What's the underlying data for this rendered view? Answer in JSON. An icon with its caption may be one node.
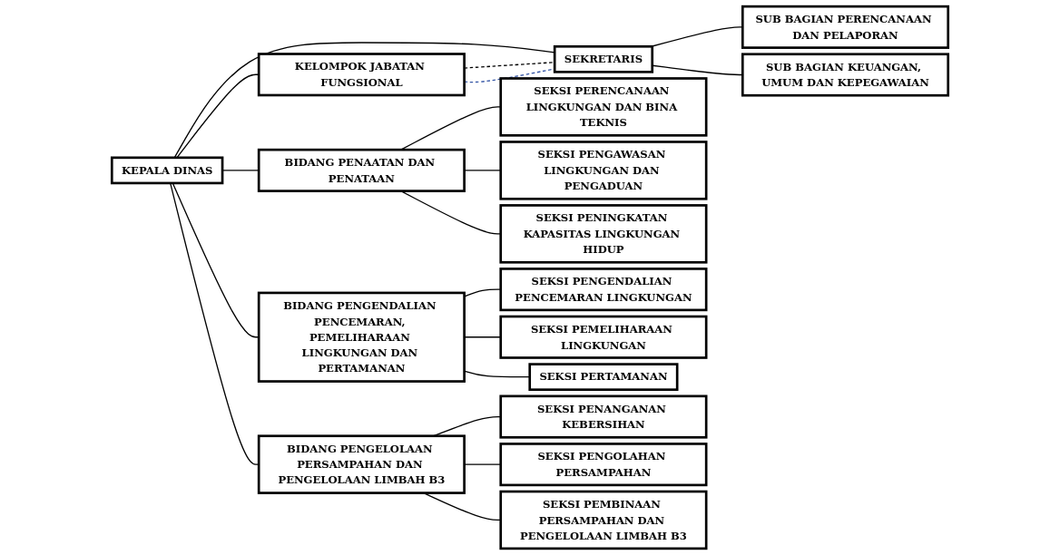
{
  "diagram": {
    "nodes": [
      {
        "text": [
          "KEPALA DINAS"
        ]
      },
      {
        "text": [
          "KELOMPOK JABATAN FUNGSIONAL"
        ]
      },
      {
        "text": [
          "SEKRETARIS"
        ]
      },
      {
        "text": [
          "SUB BAGIAN PERENCANAAN DAN PELAPORAN"
        ]
      },
      {
        "text": [
          "SUB BAGIAN KEUANGAN, UMUM DAN KEPEGAWAIAN"
        ]
      },
      {
        "text": [
          "BIDANG PENAATAN DAN PENATAAN"
        ]
      },
      {
        "text": [
          "BIDANG PENGENDALIAN PENCEMARAN, PEMELIHARAAN LINGKUNGAN DAN PERTAMANAN"
        ]
      },
      {
        "text": [
          "BIDANG PENGELOLAAN PERSAMPAHAN DAN PENGELOLAAN LIMBAH B3"
        ]
      },
      {
        "text": [
          "SEKSI PERENCANAAN LINGKUNGAN DAN BINA TEKNIS"
        ]
      },
      {
        "text": [
          "SEKSI PENGAWASAN LINGKUNGAN DAN PENGADUAN"
        ]
      },
      {
        "text": [
          "SEKSI PENINGKATAN KAPASITAS LINGKUNGAN HIDUP"
        ]
      },
      {
        "text": [
          "SEKSI PENGENDALIAN PENCEMARAN LINGKUNGAN"
        ]
      },
      {
        "text": [
          "SEKSI PEMELIHARAAN LINGKUNGAN"
        ]
      },
      {
        "text": [
          "SEKSI PERTAMANAN"
        ]
      },
      {
        "text": [
          "SEKSI PENANGANAN KEBERSIHAN"
        ]
      },
      {
        "text": [
          "SEKSI PENGOLAHAN PERSAMPAHAN"
        ]
      },
      {
        "text": [
          "SEKSI PEMBINAAN PERSAMPAHAN DAN PENGELOLAAN LIMBAH B3"
        ]
      }
    ],
    "edges": [
      {
        "from": 0,
        "to": 1,
        "arrow": "none"
      },
      {
        "from": 0,
        "to": 2,
        "arrow": "none"
      },
      {
        "from": 1,
        "to": 2,
        "arrow": "none",
        "style": "dashed"
      },
      {
        "from": 1,
        "to": 2,
        "arrow": "none",
        "style": "dashed",
        "color": "#3a5aa8"
      },
      {
        "from": 2,
        "to": 3,
        "arrow": "none"
      },
      {
        "from": 2,
        "to": 4,
        "arrow": "none"
      },
      {
        "from": 0,
        "to": 5,
        "arrow": "none"
      },
      {
        "from": 0,
        "to": 6,
        "arrow": "none"
      },
      {
        "from": 0,
        "to": 7,
        "arrow": "none"
      },
      {
        "from": 5,
        "to": 8,
        "arrow": "none"
      },
      {
        "from": 5,
        "to": 9,
        "arrow": "none"
      },
      {
        "from": 5,
        "to": 10,
        "arrow": "none"
      },
      {
        "from": 6,
        "to": 11,
        "arrow": "none"
      },
      {
        "from": 6,
        "to": 12,
        "arrow": "none"
      },
      {
        "from": 6,
        "to": 13,
        "arrow": "none"
      },
      {
        "from": 7,
        "to": 14,
        "arrow": "none"
      },
      {
        "from": 7,
        "to": 15,
        "arrow": "none"
      },
      {
        "from": 7,
        "to": 16,
        "arrow": "none"
      }
    ]
  }
}
